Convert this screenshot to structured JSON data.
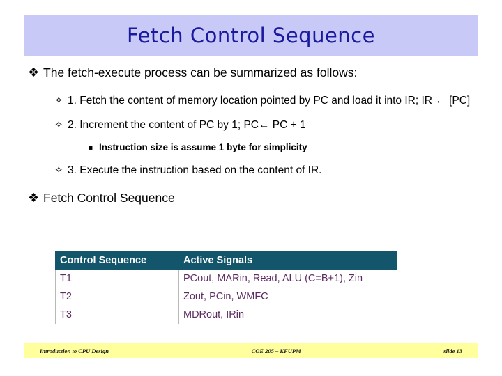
{
  "slide": {
    "title": "Fetch Control Sequence",
    "title_color": "#1a1a9e",
    "title_band_color": "#c9c9f7"
  },
  "bullets": {
    "markers": {
      "level1": "❖",
      "level2": "✧",
      "level3": "▪"
    },
    "intro": "The fetch-execute process can be summarized as follows:",
    "step1": "1. Fetch the content of memory location pointed by PC and load it into IR; IR ← [PC]",
    "step2": "2. Increment the content of PC by 1; PC← PC + 1",
    "step2_note": "Instruction size is assume 1 byte for simplicity",
    "step3": "3. Execute the instruction based on the content of IR.",
    "section": "Fetch Control Sequence"
  },
  "table": {
    "header_bg": "#13566b",
    "cell_text_color": "#5d2a62",
    "columns": [
      "Control Sequence",
      "Active Signals"
    ],
    "rows": [
      [
        "T1",
        "PCout, MARin, Read, ALU (C=B+1), Zin"
      ],
      [
        "T2",
        "Zout, PCin, WMFC"
      ],
      [
        "T3",
        "MDRout, IRin"
      ]
    ]
  },
  "footer": {
    "band_color": "#ffff9e",
    "left": "Introduction to CPU Design",
    "center": "COE 205 – KFUPM",
    "right": "slide 13"
  }
}
